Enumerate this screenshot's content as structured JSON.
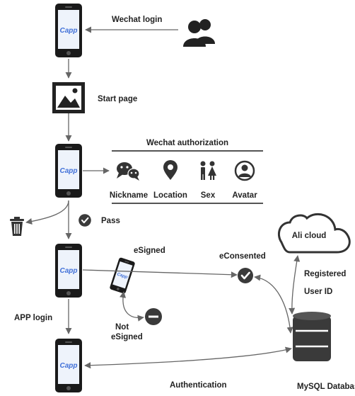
{
  "app_brand": "Capp",
  "labels": {
    "wechat_login": "Wechat  login",
    "start_page": "Start  page",
    "wechat_authorization": "Wechat authorization",
    "nickname": "Nickname",
    "location": "Location",
    "sex": "Sex",
    "avatar": "Avatar",
    "pass": "Pass",
    "esigned": "eSigned",
    "not_esigned_line1": "Not",
    "not_esigned_line2": "eSigned",
    "econsented": "eConsented",
    "ali_cloud": "Ali cloud",
    "registered_line1": "Registered",
    "registered_line2": "User ID",
    "app_login": "APP login",
    "authentication": "Authentication",
    "mysql_database": "MySQL Databas"
  },
  "icons": {
    "users": "users-icon",
    "start_page": "image-icon",
    "chat": "chat-bubbles-icon",
    "location": "location-pin-icon",
    "sex": "male-female-icon",
    "avatar": "avatar-icon",
    "trash": "trash-icon",
    "pass": "check-circle-icon",
    "econsent": "check-circle-icon",
    "not_signed": "minus-circle-icon",
    "cloud": "cloud-icon",
    "database": "database-icon"
  },
  "colors": {
    "icon_dark": "#222222",
    "line": "#666666",
    "brand_text": "#3f6fd8",
    "screen_fill": "#eef3fb"
  }
}
